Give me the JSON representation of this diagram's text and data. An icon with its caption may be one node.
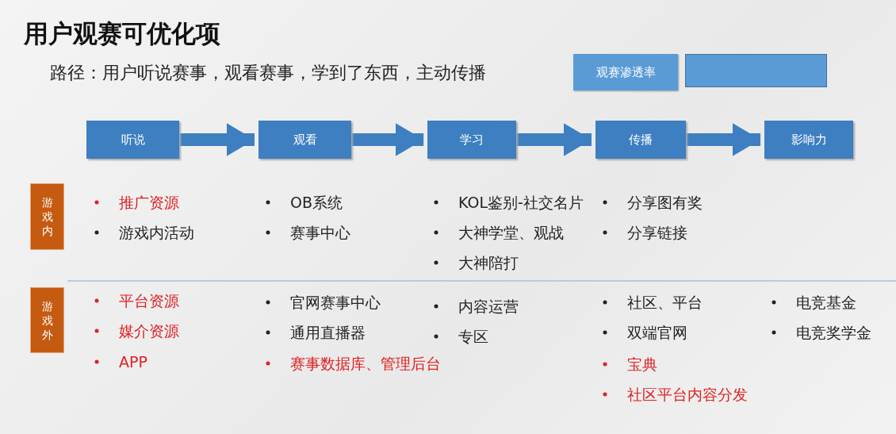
{
  "diagram": {
    "title": "用户观赛可优化项",
    "nodes": [
      {
        "text": [
          "观赛渗透率"
        ]
      },
      {
        "text": [],
        "shape": "box"
      },
      {
        "text": [
          "听说"
        ]
      },
      {
        "text": [
          "观看"
        ]
      },
      {
        "text": [
          "学习"
        ]
      },
      {
        "text": [
          "传播"
        ]
      },
      {
        "text": [
          "影响力"
        ]
      },
      {
        "text": [
          "游戏内"
        ]
      },
      {
        "text": [
          "游戏外"
        ]
      }
    ],
    "edges": [
      {
        "from": 2,
        "to": 3,
        "arrow": "to"
      },
      {
        "from": 3,
        "to": 4,
        "arrow": "to"
      },
      {
        "from": 4,
        "to": 5,
        "arrow": "to"
      },
      {
        "from": 5,
        "to": 6,
        "arrow": "to"
      }
    ],
    "labels": [
      "路径：用户听说赛事，观看赛事，学到了东西，主动传播",
      "推广资源",
      "游戏内活动",
      "OB系统",
      "赛事中心",
      "KOL鉴别-社交名片",
      "大神学堂、观战",
      "大神陪打",
      "分享图有奖",
      "分享链接",
      "平台资源",
      "媒介资源",
      "APP",
      "官网赛事中心",
      "通用直播器",
      "赛事数据库、管理后台",
      "内容运营",
      "专区",
      "社区、平台",
      "双端官网",
      "宝典",
      "社区平台内容分发",
      "电竞基金",
      "电竞奖学金"
    ]
  }
}
